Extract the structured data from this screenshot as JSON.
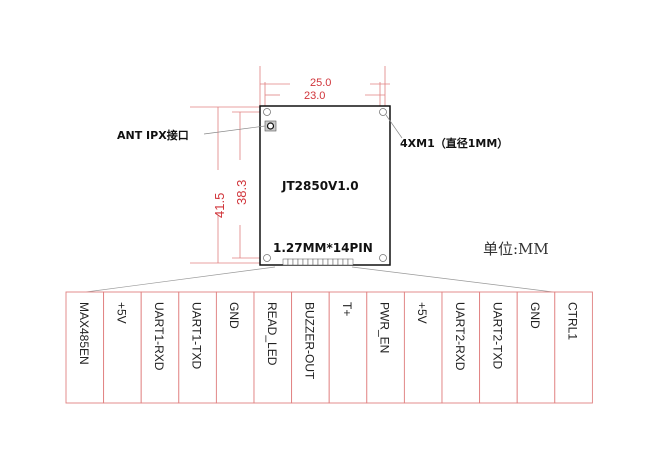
{
  "dimensions": {
    "width_outer": "25.0",
    "width_inner": "23.0",
    "height_outer": "41.5",
    "height_inner": "38.3"
  },
  "labels": {
    "antenna": "ANT IPX接口",
    "mount_holes": "4XM1（直径1MM）",
    "board_name": "JT2850V1.0",
    "connector": "1.27MM*14PIN",
    "unit": "单位:MM"
  },
  "pins": [
    "MAX485EN",
    "+5V",
    "UART1-RXD",
    "UART1-TXD",
    "GND",
    "READ_LED",
    "BUZZER-OUT",
    "T+",
    "PWR_EN",
    "+5V",
    "UART2-RXD",
    "UART2-TXD",
    "GND",
    "CTRL1"
  ],
  "colors": {
    "dimension": "#d0343a",
    "pin_border": "#e08080"
  }
}
